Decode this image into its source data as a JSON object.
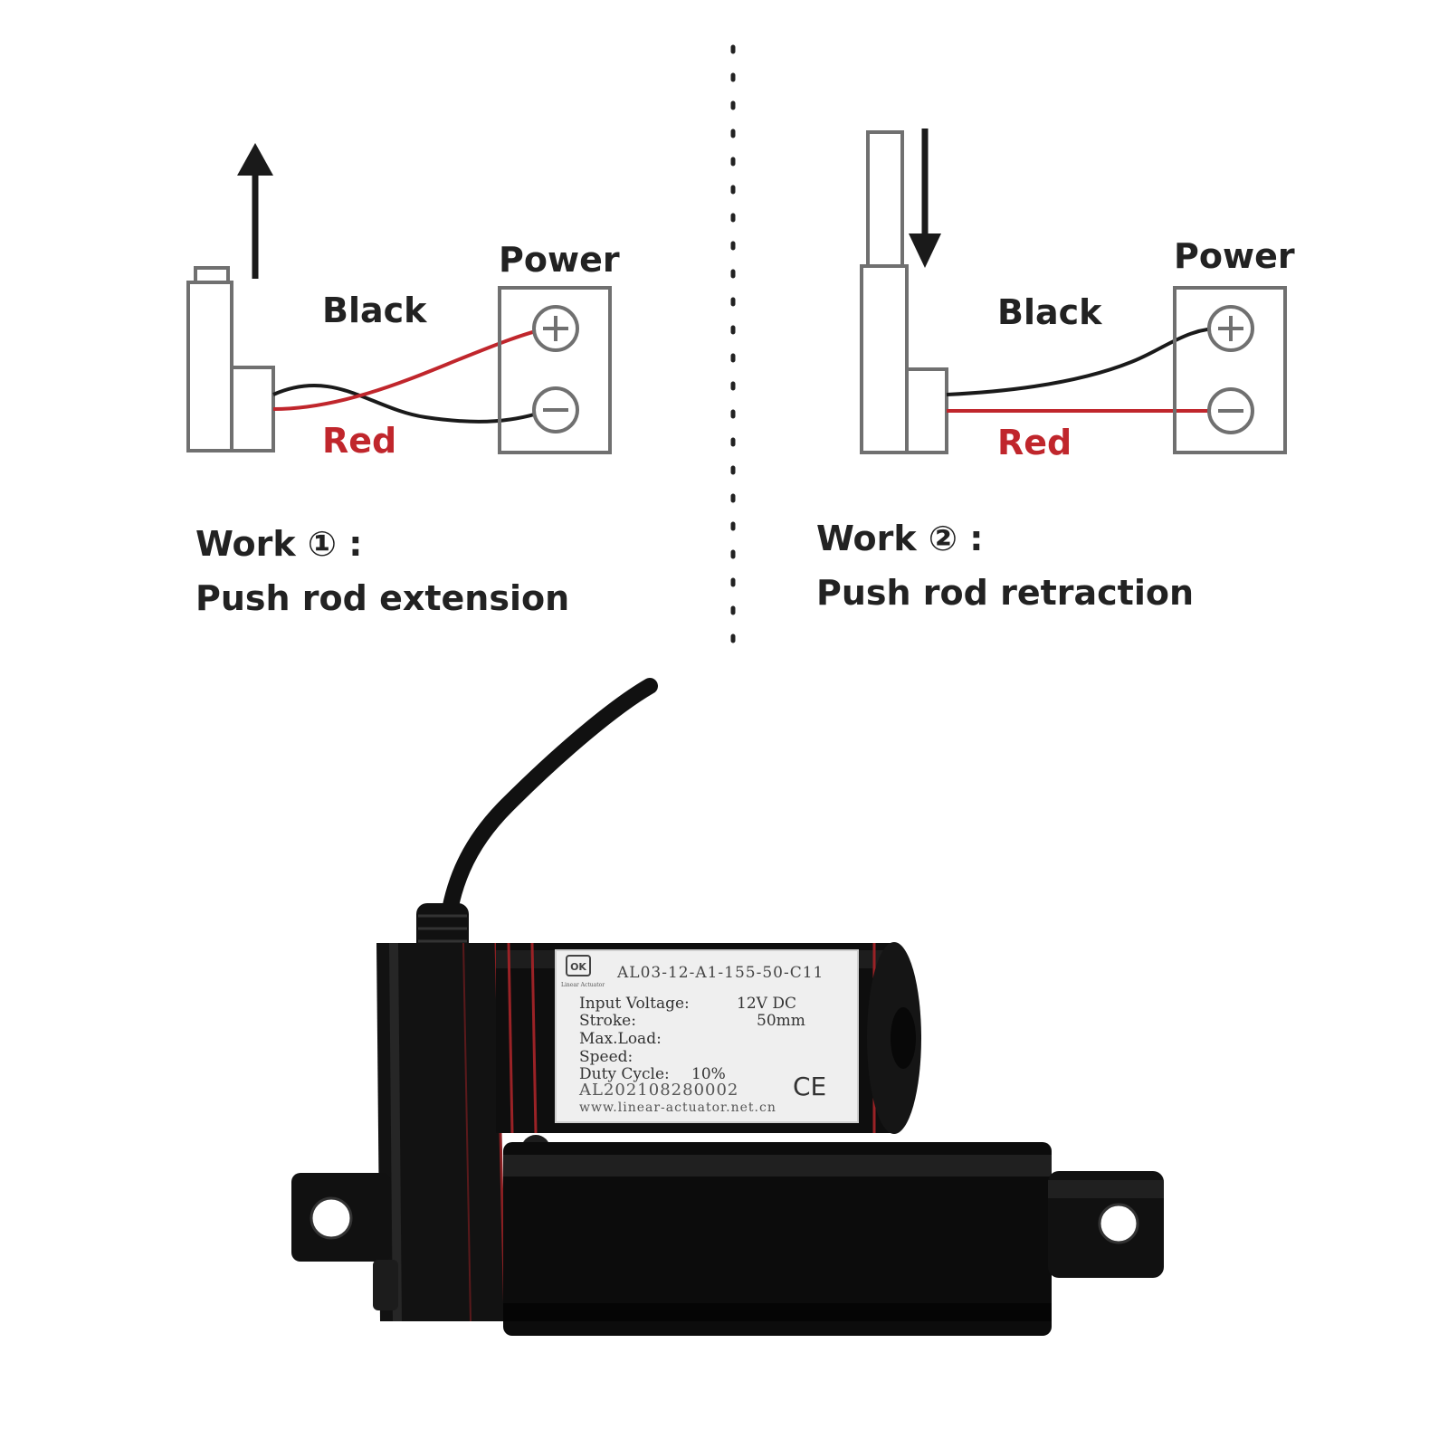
{
  "colors": {
    "outline": "#707070",
    "black_wire": "#1a1a1a",
    "red_wire": "#c0262c",
    "label_dark": "#222222",
    "label_red": "#c0262c",
    "actuator_body": "#111111",
    "label_plate": "#eeeeee"
  },
  "left_panel": {
    "power_label": "Power",
    "black_label": "Black",
    "red_label": "Red",
    "plus_symbol": "+",
    "minus_symbol": "−",
    "work_title": "Work ① :",
    "work_description": "Push rod extension",
    "arrow_direction": "up"
  },
  "right_panel": {
    "power_label": "Power",
    "black_label": "Black",
    "red_label": "Red",
    "plus_symbol": "+",
    "minus_symbol": "−",
    "work_title": "Work ② :",
    "work_description": "Push rod retraction",
    "arrow_direction": "down"
  },
  "product_label": {
    "brand": "Linear Actuator",
    "model": "AL03-12-A1-155-50-C11",
    "input_voltage_label": "Input Voltage:",
    "input_voltage_value": "12V DC",
    "stroke_label": "Stroke:",
    "stroke_value": "50mm",
    "max_load_label": "Max.Load:",
    "speed_label": "Speed:",
    "duty_cycle_label": "Duty Cycle:",
    "duty_cycle_value": "10%",
    "serial": "AL202108280002",
    "ce_mark": "CE",
    "website": "www.linear-actuator.net.cn"
  }
}
